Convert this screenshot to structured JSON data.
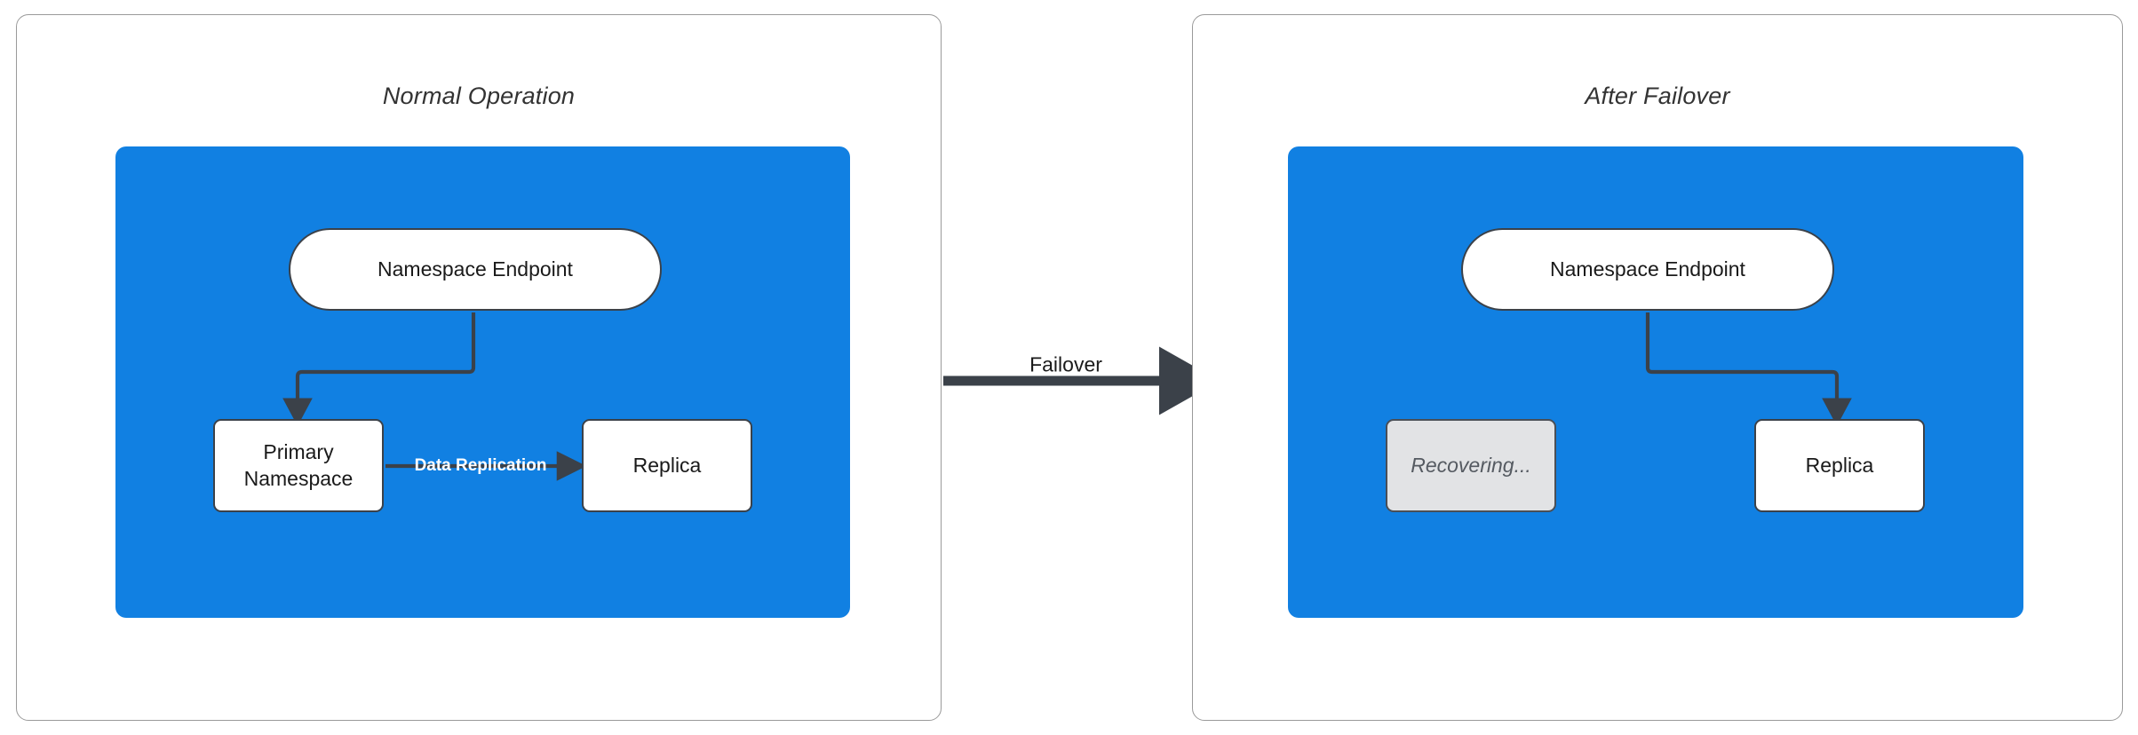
{
  "diagram": {
    "title_hidden": "",
    "colors": {
      "panel_border": "#9a9a9a",
      "group_blue": "#1180e2",
      "node_border": "#3b4149",
      "node_fill": "#ffffff",
      "recovering_fill": "#e2e3e5",
      "edge_stroke": "#3b4149",
      "replication_label": "#ffffff",
      "title_text": "#333333"
    }
  },
  "panels": [
    {
      "key": "normal",
      "title": "Normal Operation",
      "group_label": "",
      "nodes": [
        {
          "key": "endpoint",
          "label": "Namespace Endpoint",
          "shape": "pill",
          "state": "active"
        },
        {
          "key": "primary",
          "label": "Primary\nNamespace",
          "shape": "rect",
          "state": "active"
        },
        {
          "key": "replica",
          "label": "Replica",
          "shape": "rect",
          "state": "active"
        }
      ],
      "edges": [
        {
          "key": "endpoint-to-primary",
          "from": "endpoint",
          "to": "primary",
          "label": ""
        },
        {
          "key": "primary-to-replica",
          "from": "primary",
          "to": "replica",
          "label": "Data Replication"
        }
      ]
    },
    {
      "key": "failover",
      "title": "After Failover",
      "group_label": "",
      "nodes": [
        {
          "key": "endpoint",
          "label": "Namespace Endpoint",
          "shape": "pill",
          "state": "active"
        },
        {
          "key": "recovering",
          "label": "Recovering...",
          "shape": "rect",
          "state": "recovering"
        },
        {
          "key": "replica",
          "label": "Replica",
          "shape": "rect",
          "state": "active"
        }
      ],
      "edges": [
        {
          "key": "endpoint-to-replica",
          "from": "endpoint",
          "to": "replica",
          "label": ""
        }
      ]
    }
  ],
  "transition": {
    "label": "Failover",
    "from_panel": "normal",
    "to_panel": "failover"
  },
  "labels": {
    "primary_line1": "Primary",
    "primary_line2": "Namespace"
  }
}
